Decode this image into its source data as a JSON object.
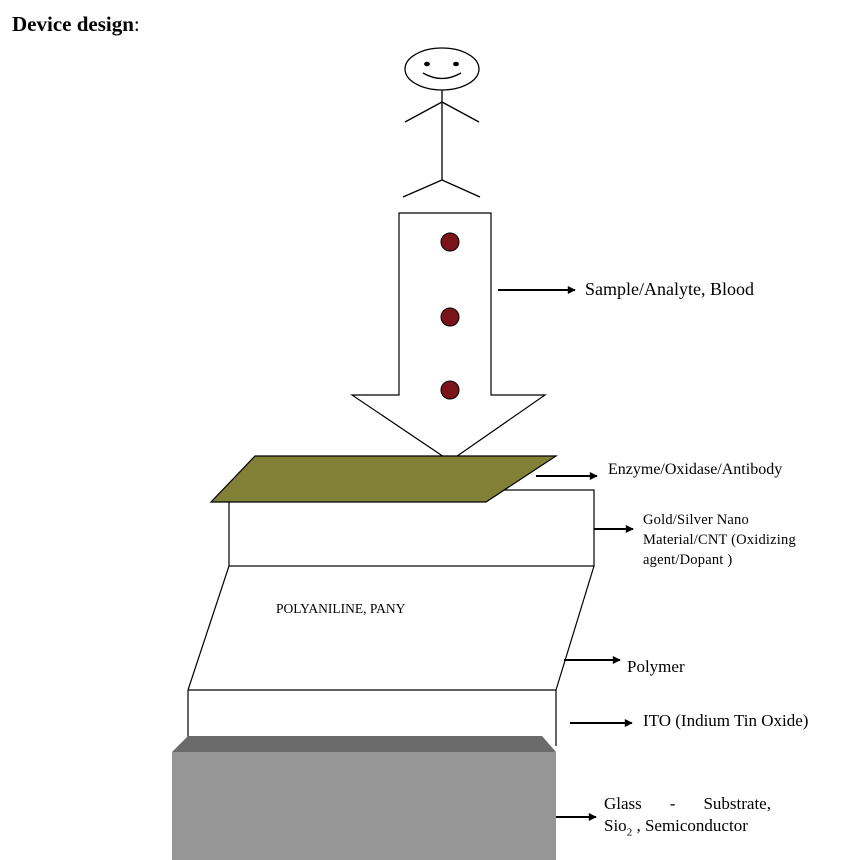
{
  "heading": {
    "bold": "Device design",
    "suffix": ":"
  },
  "labels": {
    "sample": "Sample/Analyte, Blood",
    "enzyme": "Enzyme/Oxidase/Antibody",
    "gold_line1": "Gold/Silver Nano",
    "gold_line2": "Material/CNT (Oxidizing",
    "gold_line3": "agent/Dopant )",
    "pany": "POLYANILINE, PANY",
    "polymer": "Polymer",
    "ito": "ITO (Indium Tin Oxide)",
    "glass_word": "Glass",
    "glass_dash": "-",
    "glass_substrate": "Substrate,",
    "glass_sio": "Sio",
    "glass_sub2": "2",
    "glass_rest": " , Semiconductor"
  },
  "colors": {
    "enzyme_layer": "#808036",
    "sample_dot": "#7a1419",
    "glass_front": "#969696",
    "glass_top": "#6b6b6b"
  }
}
